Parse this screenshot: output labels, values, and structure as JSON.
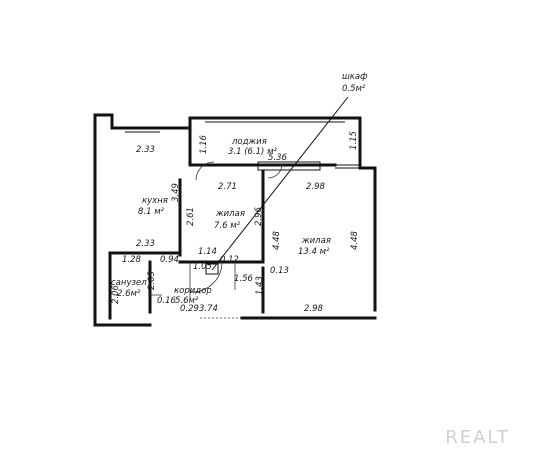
{
  "wardrobe": {
    "label": "шкаф",
    "area": "0.5м²"
  },
  "rooms": {
    "loggia": {
      "name": "лоджия",
      "area": "3.1 (6.1) м²"
    },
    "kitchen": {
      "name": "кухня",
      "area": "8.1 м²"
    },
    "living1": {
      "name": "жилая",
      "area": "7.6 м²"
    },
    "living2": {
      "name": "жилая",
      "area": "13.4 м²"
    },
    "bathroom": {
      "name": "санузел",
      "area": "2.6м²"
    },
    "corridor": {
      "name": "коридор",
      "area": "5.6м²"
    }
  },
  "dims": {
    "d_233a": "2.33",
    "d_116": "1.16",
    "d_115": "1.15",
    "d_536": "5.36",
    "d_271": "2.71",
    "d_298a": "2.98",
    "d_349": "3.49",
    "d_261": "2.61",
    "d_296": "2.96",
    "d_448a": "4.48",
    "d_448b": "4.48",
    "d_233b": "2.33",
    "d_114": "1.14",
    "d_128": "1.28",
    "d_094": "0.94",
    "d_105": "1.05",
    "d_012": "0.12",
    "d_013": "0.13",
    "d_205": "2.05",
    "d_156": "1.56",
    "d_143": "1.43",
    "d_206": "2.06",
    "d_016": "0.16",
    "d_029": "0.29",
    "d_374": "3.74",
    "d_298b": "2.98"
  },
  "watermark": "REALT"
}
